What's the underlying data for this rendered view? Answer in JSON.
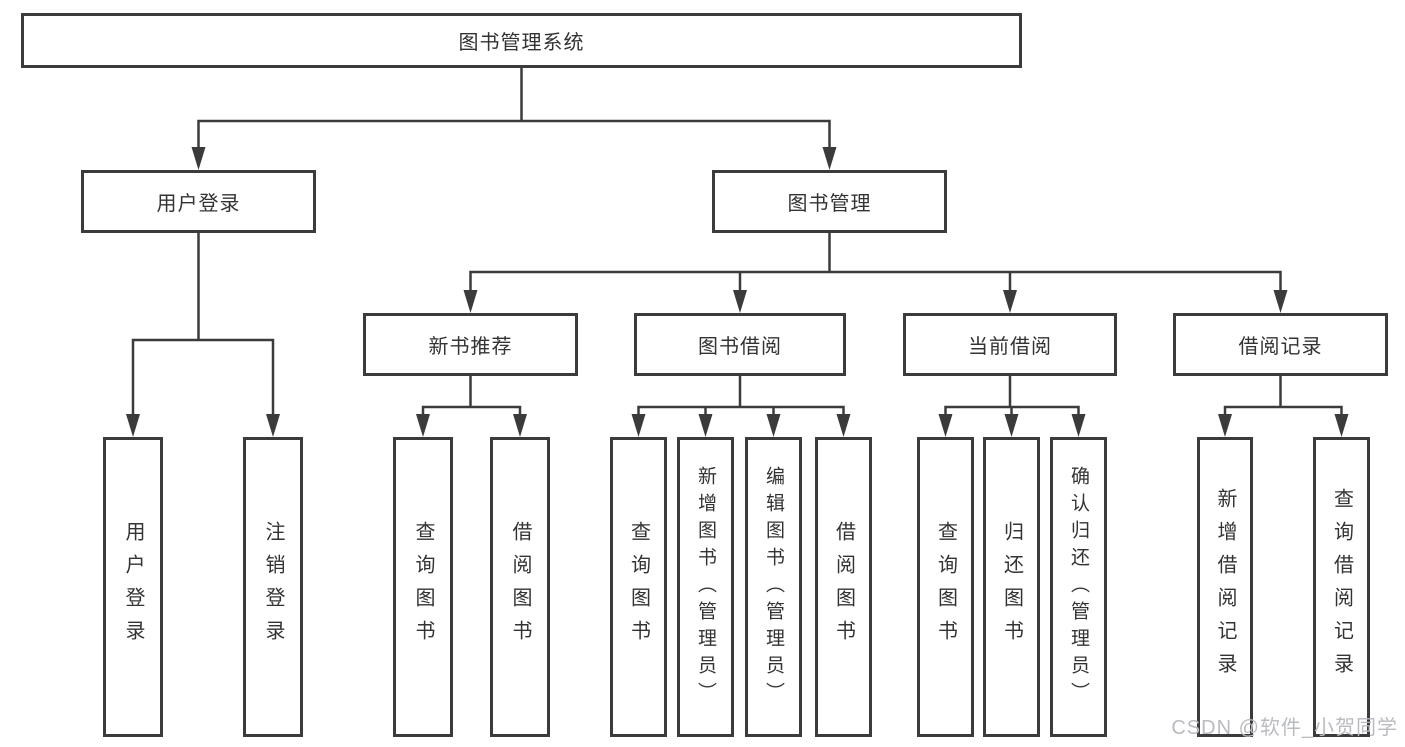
{
  "tree": {
    "label": "图书管理系统",
    "children": [
      {
        "label": "用户登录",
        "children": [
          {
            "label": "用户登录"
          },
          {
            "label": "注销登录"
          }
        ]
      },
      {
        "label": "图书管理",
        "children": [
          {
            "label": "新书推荐",
            "children": [
              {
                "label": "查询图书"
              },
              {
                "label": "借阅图书"
              }
            ]
          },
          {
            "label": "图书借阅",
            "children": [
              {
                "label": "查询图书"
              },
              {
                "label": "新增图书（管理员）"
              },
              {
                "label": "编辑图书（管理员）"
              },
              {
                "label": "借阅图书"
              }
            ]
          },
          {
            "label": "当前借阅",
            "children": [
              {
                "label": "查询图书"
              },
              {
                "label": "归还图书"
              },
              {
                "label": "确认归还（管理员）"
              }
            ]
          },
          {
            "label": "借阅记录",
            "children": [
              {
                "label": "新增借阅记录"
              },
              {
                "label": "查询借阅记录"
              }
            ]
          }
        ]
      }
    ]
  },
  "watermark": "CSDN @软件_小贺同学",
  "colors": {
    "line": "#3b3b3b",
    "text": "#333333",
    "watermark": "#b9bbc0",
    "background": "#ffffff"
  }
}
